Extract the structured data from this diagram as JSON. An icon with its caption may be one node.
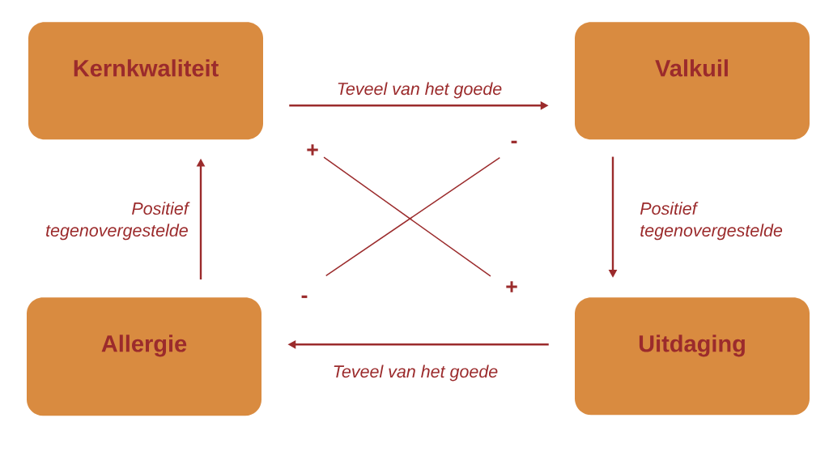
{
  "diagram": {
    "nodes": [
      {
        "text": [
          "Kernkwaliteit"
        ]
      },
      {
        "text": [
          "Valkuil"
        ]
      },
      {
        "text": [
          "+"
        ]
      },
      {
        "text": [
          "-"
        ]
      },
      {
        "text": [
          "-"
        ]
      },
      {
        "text": [
          "+"
        ]
      },
      {
        "text": [
          "Allergie"
        ]
      },
      {
        "text": [
          "Uitdaging"
        ]
      }
    ],
    "edges": [
      {
        "from": 0,
        "to": 1,
        "arrow": "to",
        "label": "Teveel van het goede"
      },
      {
        "from": 1,
        "to": 7,
        "arrow": "to",
        "label": "Positief tegenovergestelde"
      },
      {
        "from": 7,
        "to": 6,
        "arrow": "to",
        "label": "Teveel van het goede"
      },
      {
        "from": 6,
        "to": 0,
        "arrow": "to",
        "label": "Positief tegenovergestelde"
      },
      {
        "from": 2,
        "to": 5,
        "arrow": "none"
      },
      {
        "from": 3,
        "to": 4,
        "arrow": "none"
      }
    ]
  }
}
